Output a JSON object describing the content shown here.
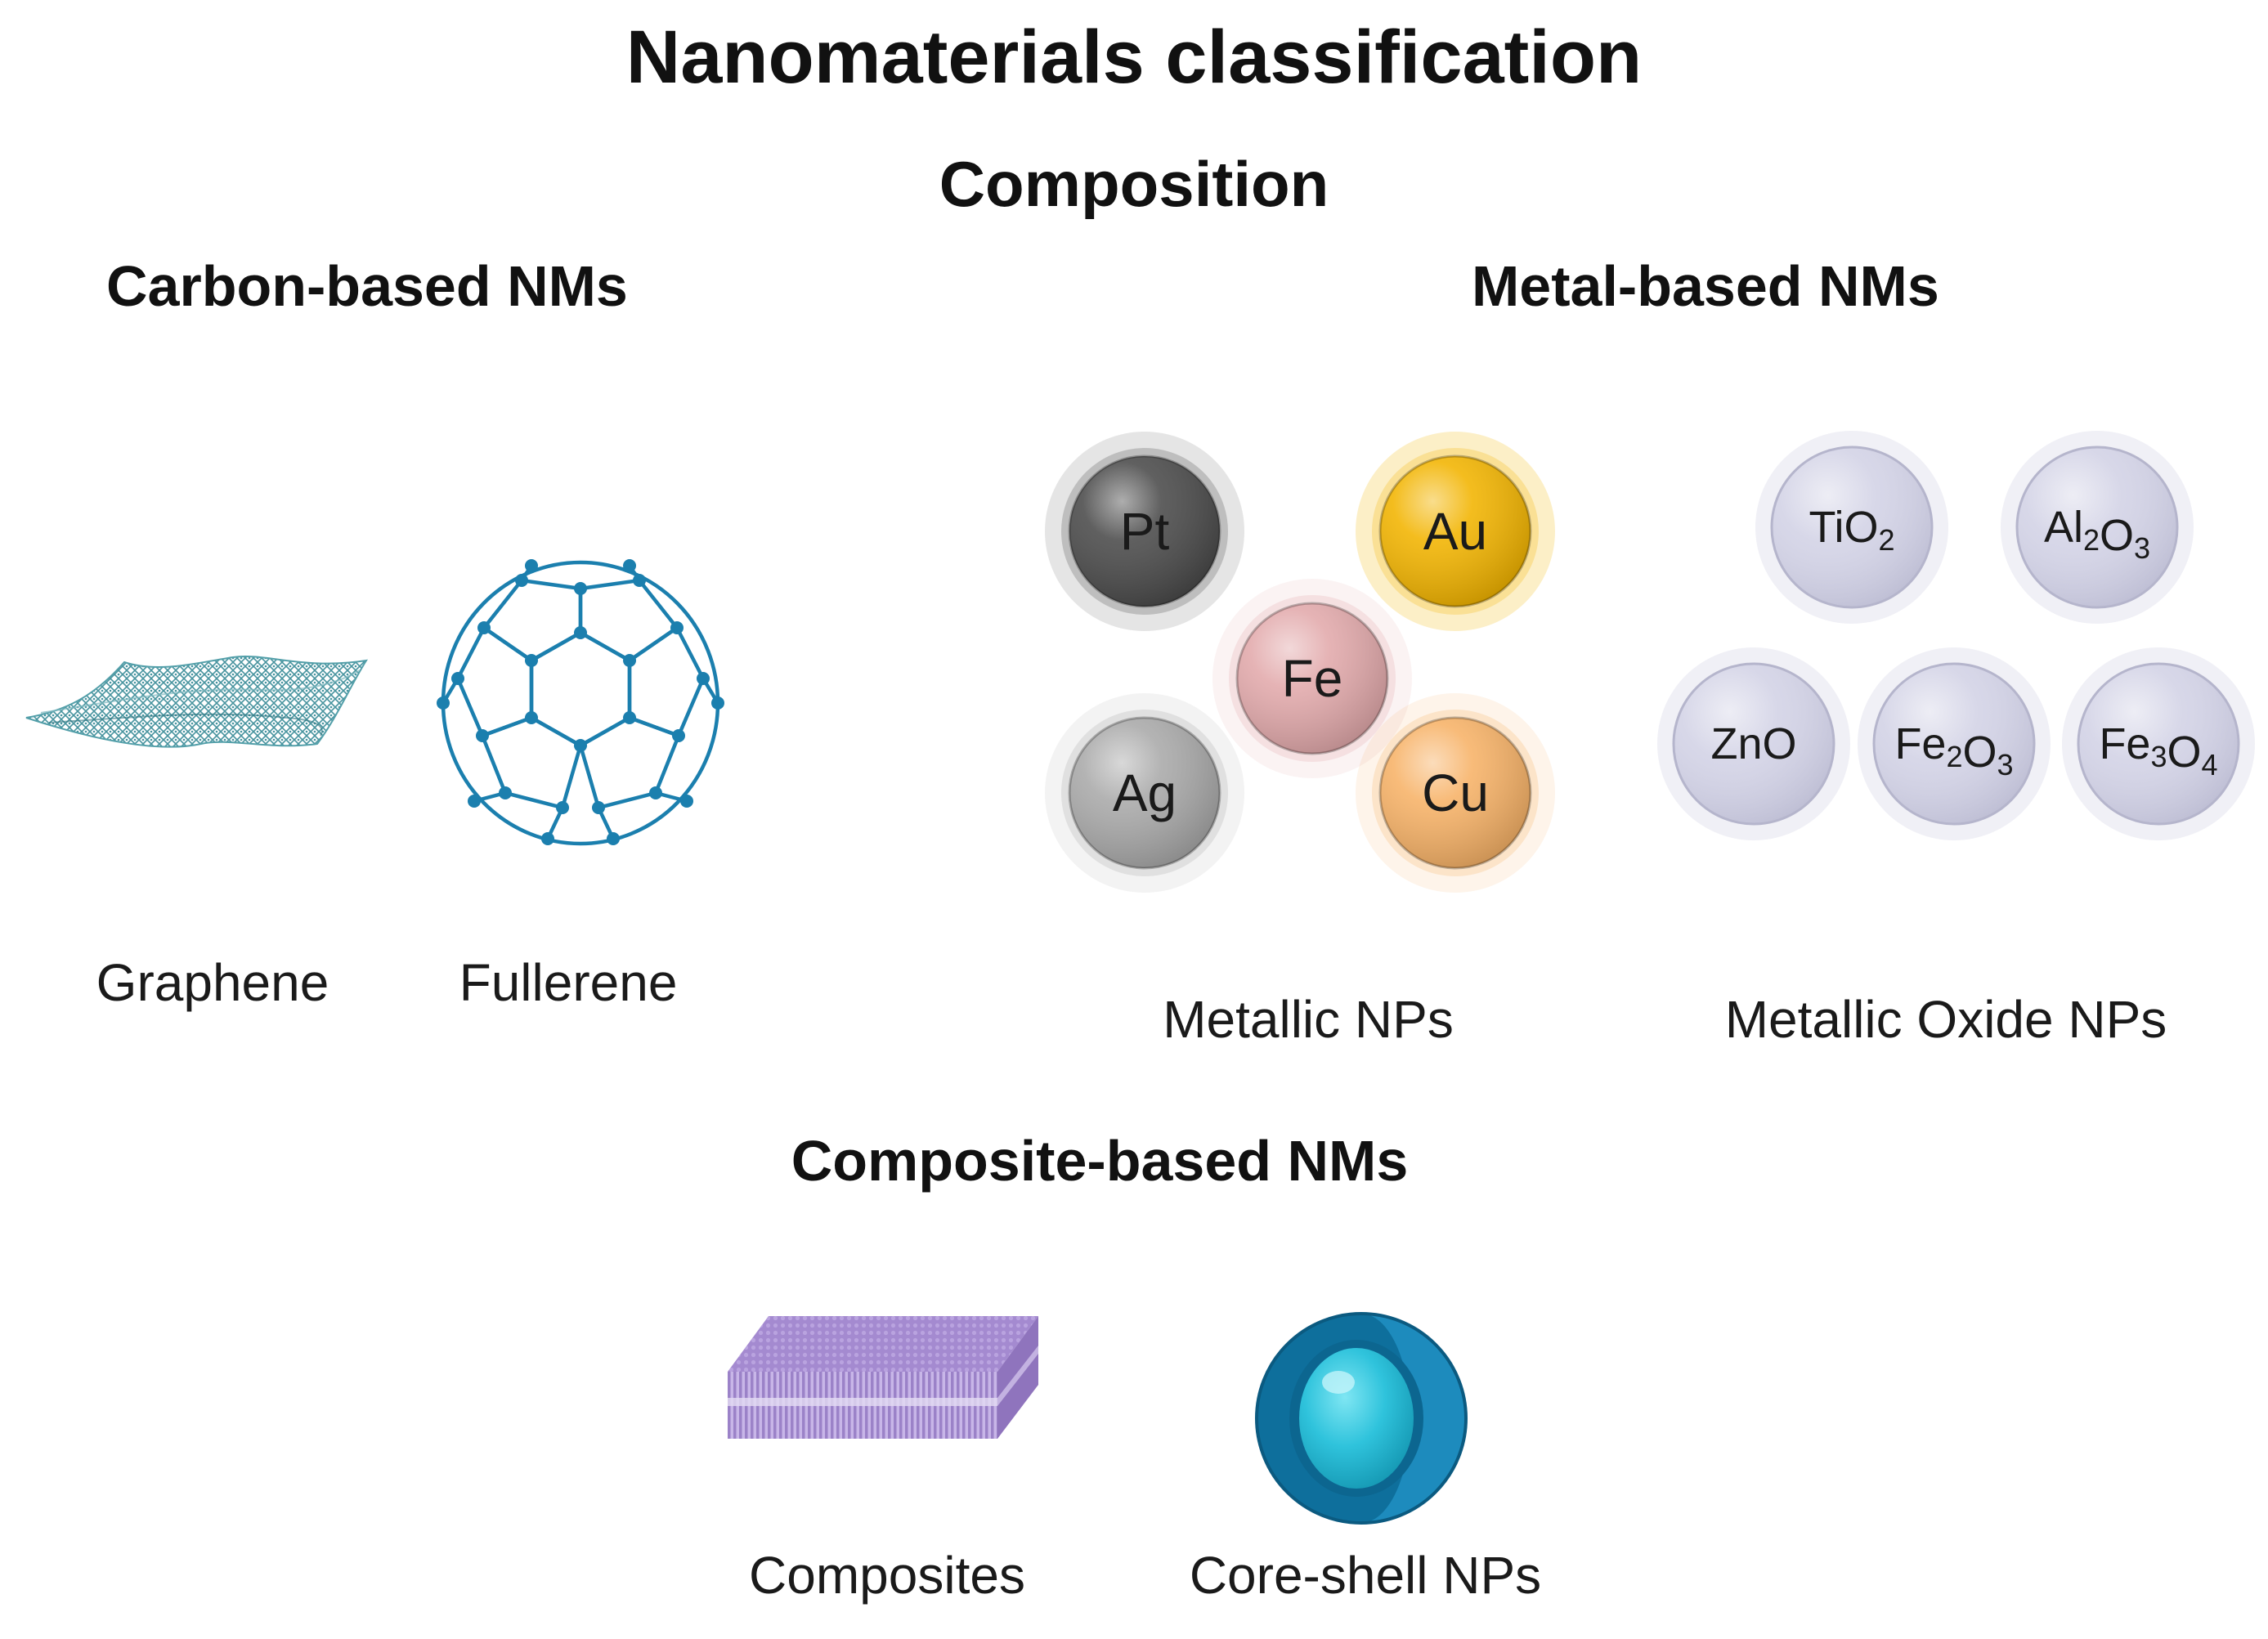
{
  "title": "Nanomaterials classification",
  "subtitle": "Composition",
  "carbon": {
    "heading": "Carbon-based NMs",
    "graphene_label": "Graphene",
    "fullerene_label": "Fullerene"
  },
  "metal": {
    "heading": "Metal-based NMs",
    "metallic_label": "Metallic NPs",
    "oxide_label": "Metallic Oxide NPs",
    "metallic_particles": [
      {
        "symbol": "Pt",
        "color": "#4a4a4a"
      },
      {
        "symbol": "Au",
        "color": "#f2b400"
      },
      {
        "symbol": "Fe",
        "color": "#e2a9ab"
      },
      {
        "symbol": "Ag",
        "color": "#a9a9a9"
      },
      {
        "symbol": "Cu",
        "color": "#f7b267"
      }
    ],
    "oxide_particles": [
      {
        "base": "Ti",
        "sub1": "",
        "mid": "O",
        "sub2": "2"
      },
      {
        "base": "Al",
        "sub1": "2",
        "mid": "O",
        "sub2": "3"
      },
      {
        "base": "ZnO",
        "sub1": "",
        "mid": "",
        "sub2": ""
      },
      {
        "base": "Fe",
        "sub1": "2",
        "mid": "O",
        "sub2": "3"
      },
      {
        "base": "Fe",
        "sub1": "3",
        "mid": "O",
        "sub2": "4"
      }
    ]
  },
  "composite": {
    "heading": "Composite-based NMs",
    "composites_label": "Composites",
    "coreshell_label": "Core-shell NPs"
  },
  "colors": {
    "graphene": "#3f8f9a",
    "fullerene": "#1b7fae",
    "oxide": "#d3d3e6",
    "composite": "#a48ad0",
    "shell": "#0e6f9c",
    "core": "#2fc3dc"
  }
}
